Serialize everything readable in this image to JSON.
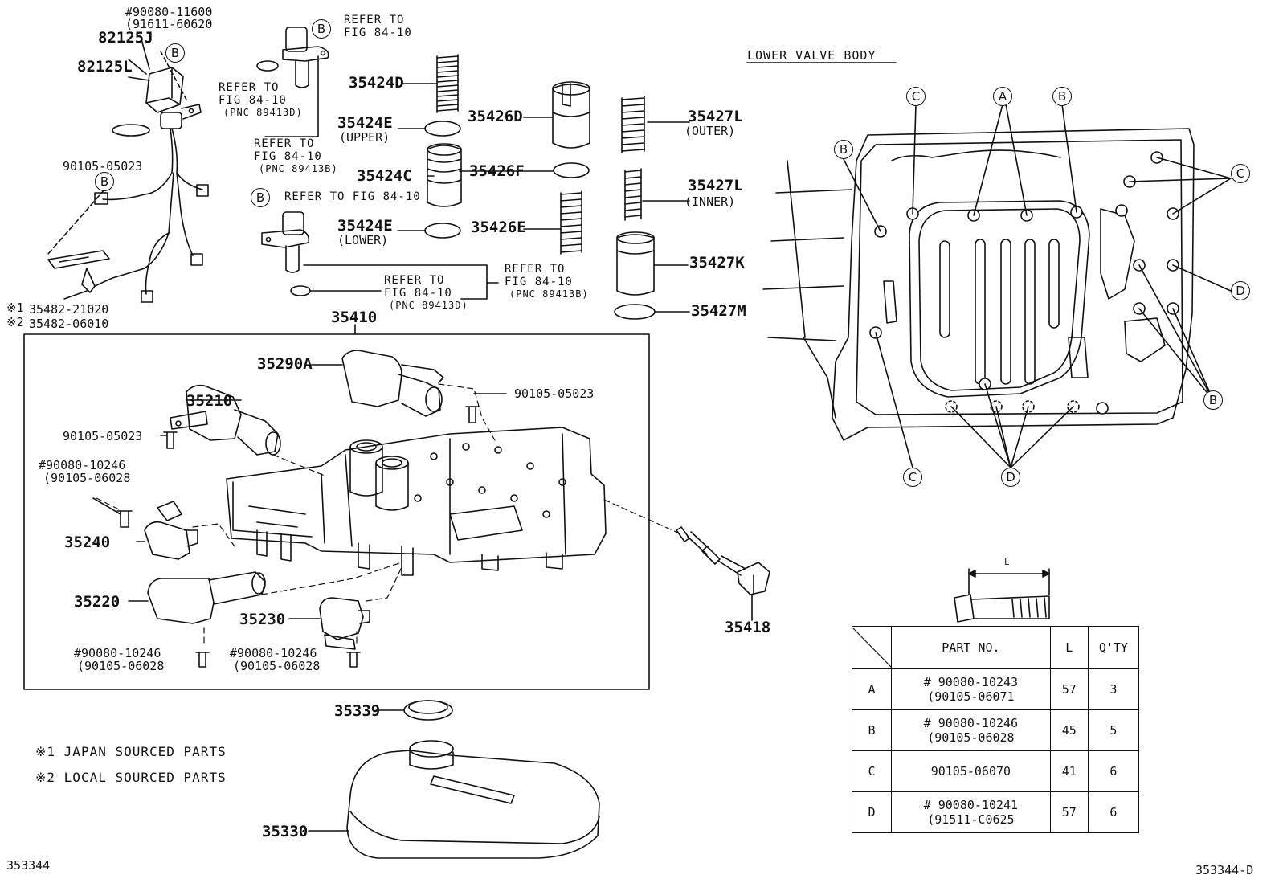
{
  "labels": {
    "p90080_11600": "#90080-11600",
    "p91611_60620": "(91611-60620",
    "p82125J": "82125J",
    "p82125L": "82125L",
    "p90105_05023a": "90105-05023",
    "p35482_21020": "35482-21020",
    "p35482_06010": "35482-06010",
    "mark1": "※1",
    "mark2": "※2",
    "p35424D": "35424D",
    "p35424E_upper": "35424E",
    "upper": "(UPPER)",
    "p35424C": "35424C",
    "p35424E_lower": "35424E",
    "lower": "(LOWER)",
    "p35426D": "35426D",
    "p35426F": "35426F",
    "p35426E": "35426E",
    "p35427L_outer": "35427L",
    "outer": "(OUTER)",
    "p35427L_inner": "35427L",
    "inner": "(INNER)",
    "p35427K": "35427K",
    "p35427M": "35427M",
    "p35410": "35410",
    "p35290A": "35290A",
    "p35210": "35210",
    "p90105_05023b": "90105-05023",
    "p90105_05023c": "90105-05023",
    "p90080_10246a": "#90080-10246",
    "p90105_06028a": "(90105-06028",
    "p35240": "35240",
    "p35220": "35220",
    "p35230": "35230",
    "p90080_10246b": "#90080-10246",
    "p90105_06028b": "(90105-06028",
    "p90080_10246c": "#90080-10246",
    "p90105_06028c": "(90105-06028",
    "p35418": "35418",
    "p35339": "35339",
    "p35330": "35330",
    "note1": "※1  JAPAN SOURCED PARTS",
    "note2": "※2  LOCAL SOURCED PARTS",
    "footer_left": "353344",
    "footer_right": "353344-D",
    "lower_valve_body": "LOWER VALVE BODY",
    "dim_L": "L"
  },
  "refs": {
    "r1a": "REFER TO",
    "r1b": "FIG 84-10",
    "r2a": "REFER TO",
    "r2b": "FIG 84-10",
    "r2c": "(PNC 89413D)",
    "r3a": "REFER TO",
    "r3b": "FIG 84-10",
    "r3c": "(PNC 89413B)",
    "r4": "REFER TO FIG 84-10",
    "r5a": "REFER TO",
    "r5b": "FIG 84-10",
    "r5c": "(PNC 89413D)",
    "r6a": "REFER TO",
    "r6b": "FIG 84-10",
    "r6c": "(PNC 89413B)"
  },
  "callouts": {
    "B": "B",
    "A": "A",
    "C": "C",
    "D": "D"
  },
  "table": {
    "headers": [
      "",
      "PART NO.",
      "L",
      "Q'TY"
    ],
    "rows": [
      {
        "key": "A",
        "part1": "# 90080-10243",
        "part2": "(90105-06071",
        "L": "57",
        "qty": "3"
      },
      {
        "key": "B",
        "part1": "# 90080-10246",
        "part2": "(90105-06028",
        "L": "45",
        "qty": "5"
      },
      {
        "key": "C",
        "part1": "90105-06070",
        "part2": "",
        "L": "41",
        "qty": "6"
      },
      {
        "key": "D",
        "part1": "# 90080-10241",
        "part2": "(91511-C0625",
        "L": "57",
        "qty": "6"
      }
    ]
  }
}
